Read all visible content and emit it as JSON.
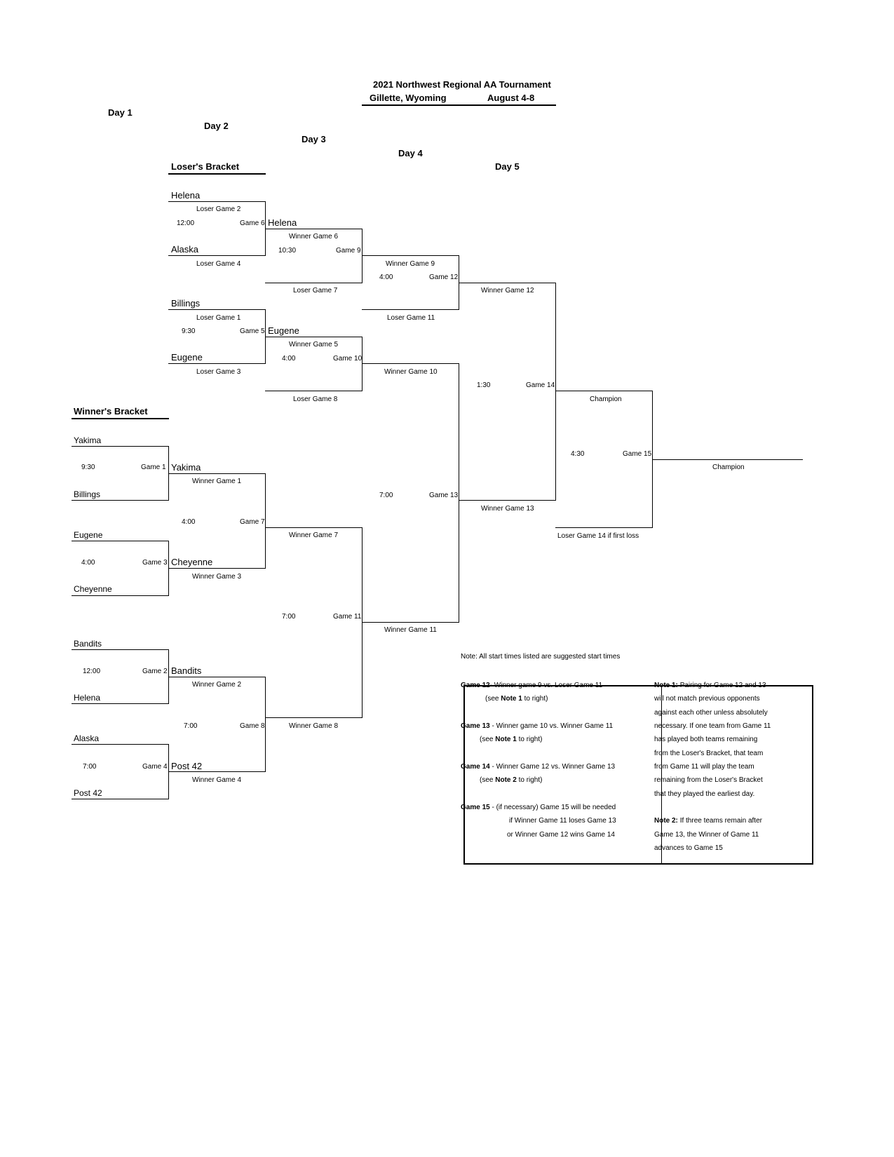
{
  "header": {
    "title": "2021 Northwest Regional AA Tournament",
    "location": "Gillette, Wyoming",
    "dates": "August 4-8"
  },
  "days": {
    "day1": "Day 1",
    "day2": "Day 2",
    "day3": "Day 3",
    "day4": "Day 4",
    "day5": "Day 5"
  },
  "sections": {
    "losers_bracket": "Loser's Bracket",
    "winners_bracket": "Winner's Bracket"
  },
  "losers": {
    "g6": {
      "team_top": "Helena",
      "src_top": "Loser Game 2",
      "time": "12:00",
      "game": "Game 6",
      "team_bottom": "Alaska",
      "src_bottom": "Loser Game 4",
      "winner": "Helena"
    },
    "g5": {
      "team_top": "Billings",
      "src_top": "Loser Game 1",
      "time": "9:30",
      "game": "Game 5",
      "team_bottom": "Eugene",
      "src_bottom": "Loser Game 3",
      "winner": "Eugene"
    },
    "g9": {
      "src_top": "Winner Game 6",
      "time": "10:30",
      "game": "Game 9",
      "src_bottom": "Loser Game 7"
    },
    "g10": {
      "src_top": "Winner Game 5",
      "time": "4:00",
      "game": "Game 10",
      "src_bottom": "Loser Game 8"
    },
    "g12": {
      "src_top": "Winner Game 9",
      "time": "4:00",
      "game": "Game 12",
      "src_bottom": "Loser Game 11"
    },
    "g14": {
      "src_top": "Winner Game 12",
      "time": "1:30",
      "game": "Game 14",
      "src_bottom": "Winner Game 10"
    }
  },
  "winners": {
    "g1": {
      "team_top": "Yakima",
      "time": "9:30",
      "game": "Game 1",
      "team_bottom": "Billings",
      "winner": "Yakima",
      "src": "Winner Game 1"
    },
    "g3": {
      "team_top": "Eugene",
      "time": "4:00",
      "game": "Game 3",
      "team_bottom": "Cheyenne",
      "winner": "Cheyenne",
      "src": "Winner Game 3"
    },
    "g2": {
      "team_top": "Bandits",
      "time": "12:00",
      "game": "Game 2",
      "team_bottom": "Helena",
      "winner": "Bandits",
      "src": "Winner Game 2"
    },
    "g4": {
      "team_top": "Alaska",
      "time": "7:00",
      "game": "Game 4",
      "team_bottom": "Post 42",
      "winner": "Post 42",
      "src": "Winner Game 4"
    },
    "g7": {
      "time": "4:00",
      "game": "Game 7",
      "src": "Winner Game 7"
    },
    "g8": {
      "time": "7:00",
      "game": "Game 8",
      "src": "Winner Game 8"
    },
    "g11": {
      "time": "7:00",
      "game": "Game 11",
      "src": "Winner Game 11"
    },
    "g13": {
      "time": "7:00",
      "game": "Game 13",
      "src": "Winner Game 13"
    }
  },
  "final": {
    "champion_g14": "Champion",
    "g15_time": "4:30",
    "g15_game": "Game 15",
    "loser_g14": "Loser Game 14 if first loss",
    "champion": "Champion"
  },
  "notes": {
    "start_times": "Note: All start times listed are suggested start times",
    "g12_label": "Game 12",
    "g12_text": "- Winner game 9 vs. Loser Game 11",
    "g12_see": "(see",
    "g12_note": "Note 1",
    "g12_tail": "to right)",
    "g13_label": "Game 13",
    "g13_text": "- Winner game 10 vs. Winner Game 11",
    "g13_see": "(see",
    "g13_note": "Note 1",
    "g13_tail": "to right)",
    "g14_label": "Game 14",
    "g14_text": "- Winner Game 12 vs. Winner Game 13",
    "g14_see": "(see",
    "g14_note": "Note 2",
    "g14_tail": "to right)",
    "g15_label": "Game 15",
    "g15_text": "- (if necessary) Game 15 will be needed",
    "g15_line2": "if Winner Game 11 loses Game 13",
    "g15_line3": "or Winner Game 12 wins Game 14",
    "note1_label": "Note 1:",
    "note1_lines": [
      "Pairing for Game 12 and 13",
      "will not match previous opponents",
      "against each other unless absolutely",
      "necessary. If one team from Game 11",
      "has played both teams remaining",
      "from the Loser's Bracket, that team",
      "from Game 11 will play the team",
      "remaining from the Loser's Bracket",
      "that they played the earliest day."
    ],
    "note2_label": "Note 2:",
    "note2_lines": [
      "If three teams remain after",
      "Game 13, the Winner of Game 11",
      "advances to Game 15"
    ]
  }
}
